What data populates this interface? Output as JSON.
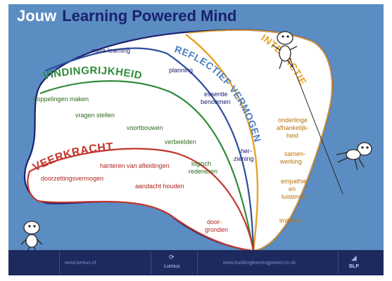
{
  "title": {
    "word1": "Jouw",
    "word2": "Learning Powered Mind"
  },
  "colors": {
    "background": "#5b8dc2",
    "outer_line": "#1a2070",
    "reflectief": "#4f7fc0",
    "vindingrijkheid": "#2e8b3a",
    "veerkracht": "#c2362e",
    "interactie": "#e8a22a"
  },
  "regions": {
    "reflectief": {
      "title": "REFLECTIEF VERMOGEN",
      "items": [
        "meta-learning",
        "planning",
        "essentie",
        "benoemen",
        "her-",
        "ziening"
      ]
    },
    "vindingrijkheid": {
      "title": "VINDINGRIJKHEID",
      "items": [
        "koppelingen maken",
        "vragen stellen",
        "voortbouwen",
        "verbeelden",
        "logisch",
        "redeneren"
      ]
    },
    "veerkracht": {
      "title": "VEERKRACHT",
      "items": [
        "hanteren van afleidingen",
        "doorzettingsvermogen",
        "aandacht houden",
        "door-",
        "gronden"
      ]
    },
    "interactie": {
      "title": "INTERACTIE",
      "items": [
        "onderlinge",
        "afhankelijk-",
        "heid",
        "samen-",
        "werking",
        "empathie",
        "en",
        "luisteren",
        "imiteren"
      ]
    }
  },
  "footer": {
    "website1": "www.lumius.nl",
    "logo1": "Lumius",
    "website2": "www.buildinglearningpower.co.uk",
    "logo2": "BLP"
  },
  "icons": [
    "lumius-logo-icon",
    "blp-logo-icon",
    "stick-figure-icon"
  ]
}
